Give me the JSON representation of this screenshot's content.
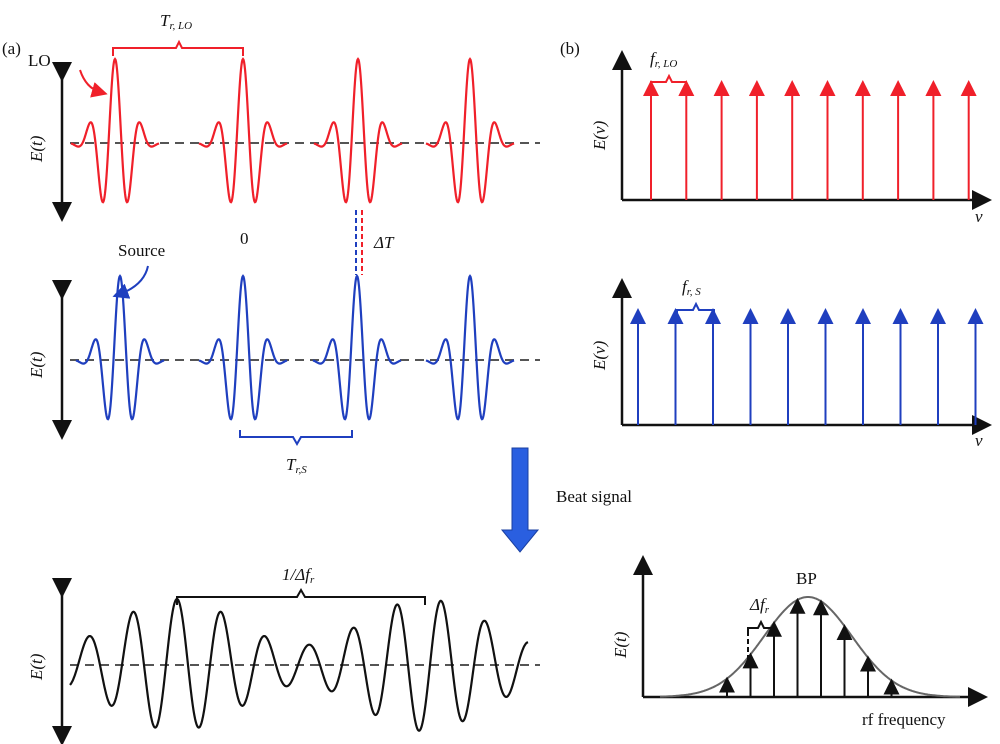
{
  "colors": {
    "lo": "#f0202a",
    "source": "#1f3fbf",
    "beat": "#111111",
    "baseline": "#555555",
    "envelope": "#666666",
    "arrow_fill": "#2a5fe0"
  },
  "panel_a": {
    "label": "(a)",
    "lo": {
      "name": "LO",
      "period_label": "T",
      "period_sub": "r, LO",
      "zero_label": "0",
      "delta_label": "ΔT",
      "ylabel": "E(t)"
    },
    "source": {
      "name": "Source",
      "period_label": "T",
      "period_sub": "r,S",
      "ylabel": "E(t)"
    },
    "beat": {
      "period_label": "1/Δf",
      "period_sub": "r",
      "ylabel": "E(t)"
    }
  },
  "panel_b": {
    "label": "(b)",
    "lo": {
      "spacing_label": "f",
      "spacing_sub": "r, LO",
      "ylabel": "E(ν)",
      "xlabel": "ν",
      "line_count": 10
    },
    "source": {
      "spacing_label": "f",
      "spacing_sub": "r, S",
      "ylabel": "E(ν)",
      "xlabel": "ν",
      "line_count": 10
    },
    "rf": {
      "ylabel": "E(t)",
      "xlabel": "rf frequency",
      "bp_label": "BP",
      "spacing_label": "Δf",
      "spacing_sub": "r",
      "line_count": 8
    }
  },
  "beat_signal_label": "Beat signal"
}
